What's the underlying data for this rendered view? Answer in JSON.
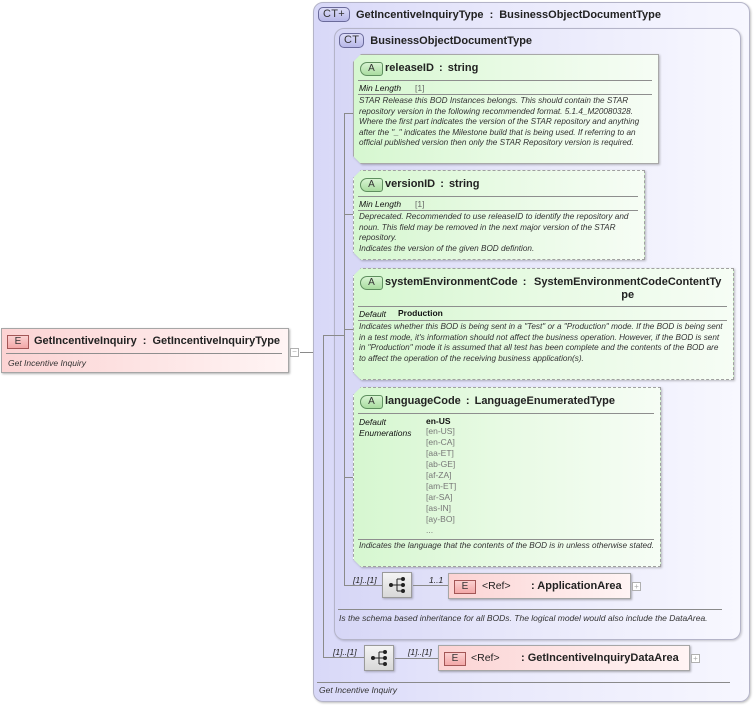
{
  "root_element": {
    "badge": "E",
    "name": "GetIncentiveInquiry",
    "type": "GetIncentiveInquiryType",
    "separator": ":",
    "documentation": "Get Incentive Inquiry",
    "expander": "−"
  },
  "outer_type": {
    "badge": "CT+",
    "name": "GetIncentiveInquiryType",
    "base": "BusinessObjectDocumentType",
    "separator": ":",
    "documentation": "Get Incentive Inquiry"
  },
  "inner_type": {
    "badge": "CT",
    "name": "BusinessObjectDocumentType",
    "documentation": "Is the schema based inheritance for all BODs. The logical model would also include the DataArea."
  },
  "attributes": [
    {
      "badge": "A",
      "name": "releaseID",
      "type": "string",
      "separator": ":",
      "optional": false,
      "props": [
        {
          "label": "Min Length",
          "value": "[1]"
        }
      ],
      "documentation": "STAR Release this BOD Instances belongs. This should contain the STAR repository version in the following recommended format. 5.1.4_M20080328. Where the first part indicates the version of the STAR repository and anything after the \"_\" indicates the Milestone build that is being used. If referring to an official published version then only the STAR Repository version is required."
    },
    {
      "badge": "A",
      "name": "versionID",
      "type": "string",
      "separator": ":",
      "optional": true,
      "props": [
        {
          "label": "Min Length",
          "value": "[1]"
        }
      ],
      "documentation": "Deprecated. Recommended to use releaseID to identify the repository and noun. This field may be removed in the next major version of the STAR repository.\nIndicates the version of the given BOD defintion."
    },
    {
      "badge": "A",
      "name": "systemEnvironmentCode",
      "type": "SystemEnvironmentCodeContentType",
      "type_line1": "SystemEnvironmentCodeContentTy",
      "type_line2": "pe",
      "separator": ":",
      "optional": true,
      "props": [
        {
          "label": "Default",
          "value": "Production"
        }
      ],
      "documentation": "Indicates whether this BOD is being sent in a \"Test\" or a \"Production\" mode. If the BOD is being sent in a test mode, it's information should not affect the business operation. However, if the BOD is sent in \"Production\" mode it is assumed that all test has been complete and the contents of the BOD are to affect the operation of the receiving business application(s)."
    },
    {
      "badge": "A",
      "name": "languageCode",
      "type": "LanguageEnumeratedType",
      "separator": ":",
      "optional": true,
      "props": [
        {
          "label": "Default",
          "value": "en-US"
        },
        {
          "label": "Enumerations",
          "value": ""
        }
      ],
      "enumerations": [
        "[en-US]",
        "[en-CA]",
        "[aa-ET]",
        "[ab-GE]",
        "[af-ZA]",
        "[am-ET]",
        "[ar-SA]",
        "[as-IN]",
        "[ay-BO]",
        "..."
      ],
      "documentation": "Indicates the language that the contents of the BOD is in unless otherwise stated."
    }
  ],
  "inner_sequence": {
    "cardinality": "[1]..[1]",
    "child": {
      "cardinality": "1..1",
      "badge": "E",
      "ref_label": "<Ref>",
      "name": ": ApplicationArea",
      "expander": "+"
    }
  },
  "outer_sequence": {
    "cardinality": "[1]..[1]",
    "child": {
      "cardinality": "[1]..[1]",
      "badge": "E",
      "ref_label": "<Ref>",
      "name": ": GetIncentiveInquiryDataArea",
      "expander": "+"
    }
  }
}
